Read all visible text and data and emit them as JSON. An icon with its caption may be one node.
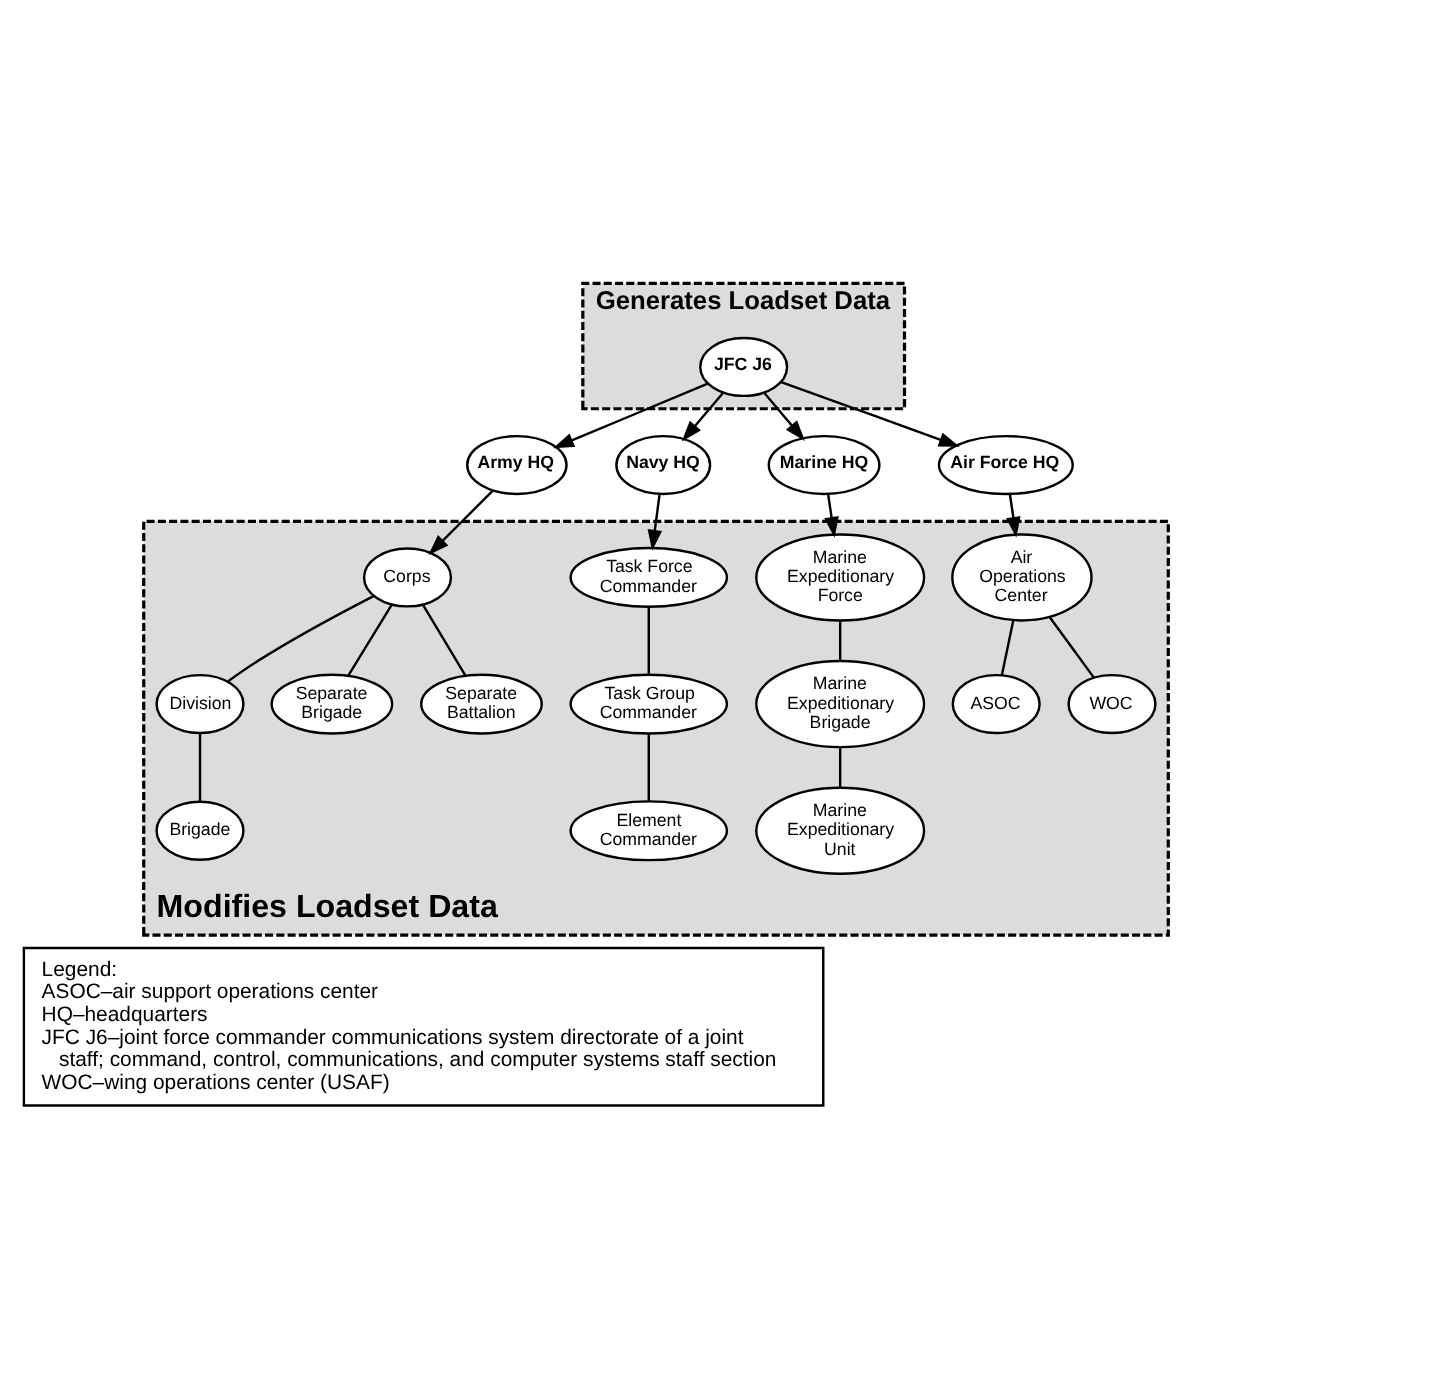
{
  "diagram": {
    "nodes": [
      {
        "text": [
          "Generates Loadset Data"
        ]
      },
      {
        "text": [
          "JFC J6"
        ],
        "in": 0
      },
      {
        "text": [
          "Army HQ"
        ]
      },
      {
        "text": [
          "Air Force HQ"
        ]
      },
      {
        "text": [
          "Navy HQ"
        ]
      },
      {
        "text": [
          "Marine HQ"
        ]
      },
      {
        "text": [
          "Modifies Loadset Data"
        ]
      },
      {
        "text": [
          "Corps"
        ],
        "in": 6
      },
      {
        "text": [
          "Air Operations Center"
        ],
        "in": 6
      },
      {
        "text": [
          "Task Force Commander"
        ],
        "in": 6
      },
      {
        "text": [
          "Marine Expeditionary Force"
        ],
        "in": 6
      },
      {
        "text": [
          "Division"
        ],
        "in": 6
      },
      {
        "text": [
          "Separate Battalion"
        ],
        "in": 6
      },
      {
        "text": [
          "ASOC"
        ],
        "in": 6
      },
      {
        "text": [
          "Task Group Commander"
        ],
        "in": 6
      },
      {
        "text": [
          "Marine Expeditionary Brigade"
        ],
        "in": 6
      },
      {
        "text": [
          "Separate Brigade"
        ],
        "in": 6
      },
      {
        "text": [
          "WOC"
        ],
        "in": 6
      },
      {
        "text": [
          "Element Commander"
        ],
        "in": 6
      },
      {
        "text": [
          "Marine Expeditionary Unit"
        ],
        "in": 6
      },
      {
        "text": [
          "Brigade"
        ],
        "in": 6
      },
      {
        "text": [
          "Legend:",
          "ASOC–air support operations center",
          "HQ–headquarters",
          "JFC J6–joint force commander communications system directorate of a joint staff; command, control, communications, and computer systems staff section",
          "WOC–wing operations center (USAF)"
        ]
      }
    ],
    "edges": [
      {
        "from": 1,
        "to": 2,
        "arrow": "to"
      },
      {
        "from": 1,
        "to": 3,
        "arrow": "to"
      },
      {
        "from": 1,
        "to": 4,
        "arrow": "to"
      },
      {
        "from": 1,
        "to": 5,
        "arrow": "to"
      },
      {
        "from": 2,
        "to": 7,
        "arrow": "to"
      },
      {
        "from": 3,
        "to": 8,
        "arrow": "to"
      },
      {
        "from": 4,
        "to": 9,
        "arrow": "to"
      },
      {
        "from": 5,
        "to": 10,
        "arrow": "to"
      },
      {
        "from": 7,
        "to": 11,
        "arrow": "none"
      },
      {
        "from": 7,
        "to": 16,
        "arrow": "none"
      },
      {
        "from": 7,
        "to": 12,
        "arrow": "none"
      },
      {
        "from": 11,
        "to": 20,
        "arrow": "none"
      },
      {
        "from": 8,
        "to": 13,
        "arrow": "none"
      },
      {
        "from": 8,
        "to": 17,
        "arrow": "none"
      },
      {
        "from": 9,
        "to": 14,
        "arrow": "none"
      },
      {
        "from": 14,
        "to": 18,
        "arrow": "none"
      },
      {
        "from": 10,
        "to": 15,
        "arrow": "none"
      },
      {
        "from": 15,
        "to": 19,
        "arrow": "none"
      }
    ]
  }
}
